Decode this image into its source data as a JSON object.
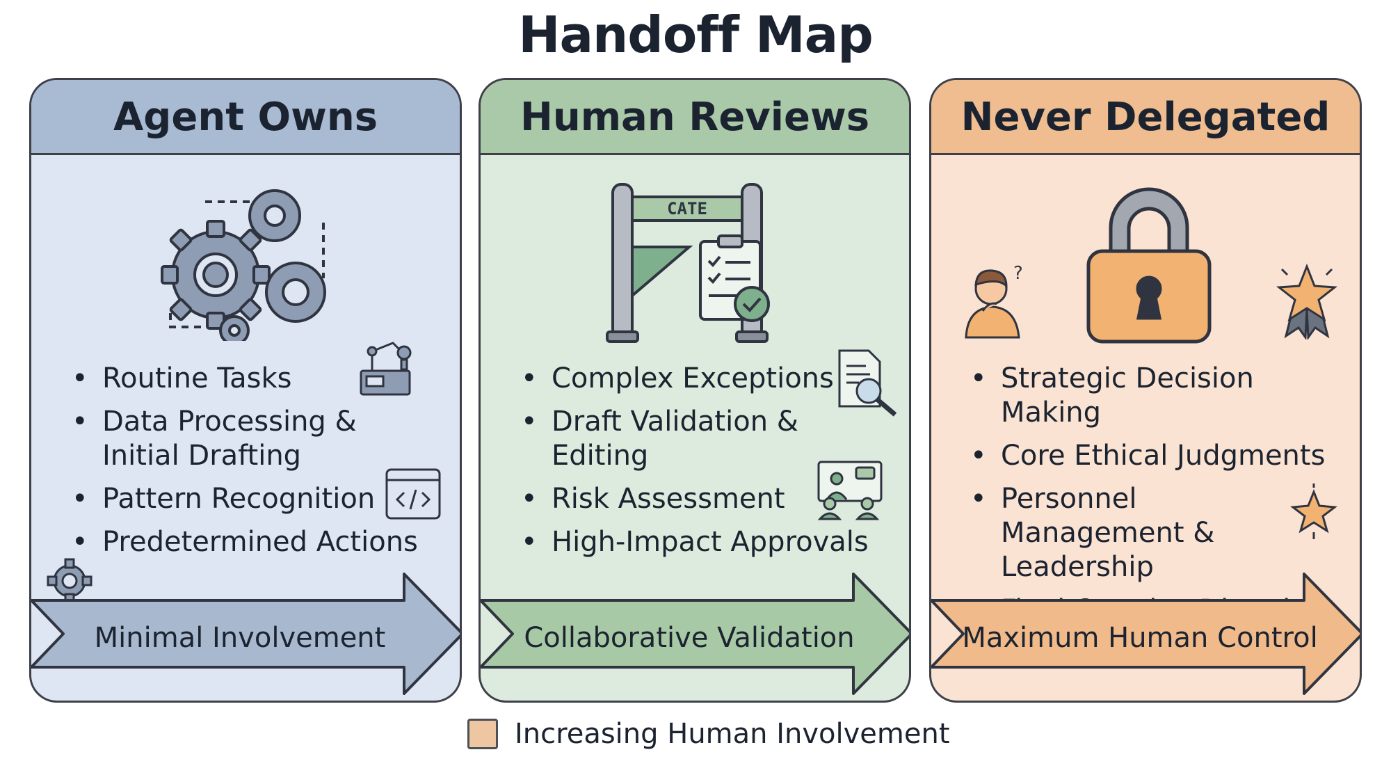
{
  "title": "Handoff Map",
  "colors": {
    "agent_bg": "#dde6f2",
    "agent_header": "#a9bad3",
    "agent_arrow": "#a7b8cf",
    "human_bg": "#dcebdd",
    "human_header": "#a9c9a8",
    "human_arrow": "#a8c9a6",
    "never_bg": "#fae3d2",
    "never_header": "#efbd8f",
    "never_arrow": "#f0ba8a",
    "outline": "#3d4048"
  },
  "columns": [
    {
      "title": "Agent Owns",
      "icons": [
        "gears-icon",
        "robot-arm-icon",
        "code-window-icon",
        "small-gear-icon"
      ],
      "bullets": [
        "Routine Tasks",
        "Data Processing & Initial Drafting",
        "Pattern Recognition",
        "Predetermined Actions"
      ],
      "arrow_label": "Minimal Involvement"
    },
    {
      "title": "Human Reviews",
      "gate_label": "CATE",
      "icons": [
        "gate-icon",
        "checklist-icon",
        "document-search-icon",
        "presentation-icon"
      ],
      "bullets": [
        "Complex Exceptions",
        "Draft Validation & Editing",
        "Risk Assessment",
        "High-Impact Approvals"
      ],
      "arrow_label": "Collaborative Validation"
    },
    {
      "title": "Never Delegated",
      "icons": [
        "padlock-icon",
        "thinking-person-icon",
        "star-badge-icon",
        "sparkle-star-icon"
      ],
      "bullets": [
        "Strategic Decision Making",
        "Core Ethical Judgments",
        "Personnel Management & Leadership",
        "Final Creative Direction"
      ],
      "arrow_label": "Maximum Human Control"
    }
  ],
  "legend": {
    "label": "Increasing Human Involvement"
  }
}
